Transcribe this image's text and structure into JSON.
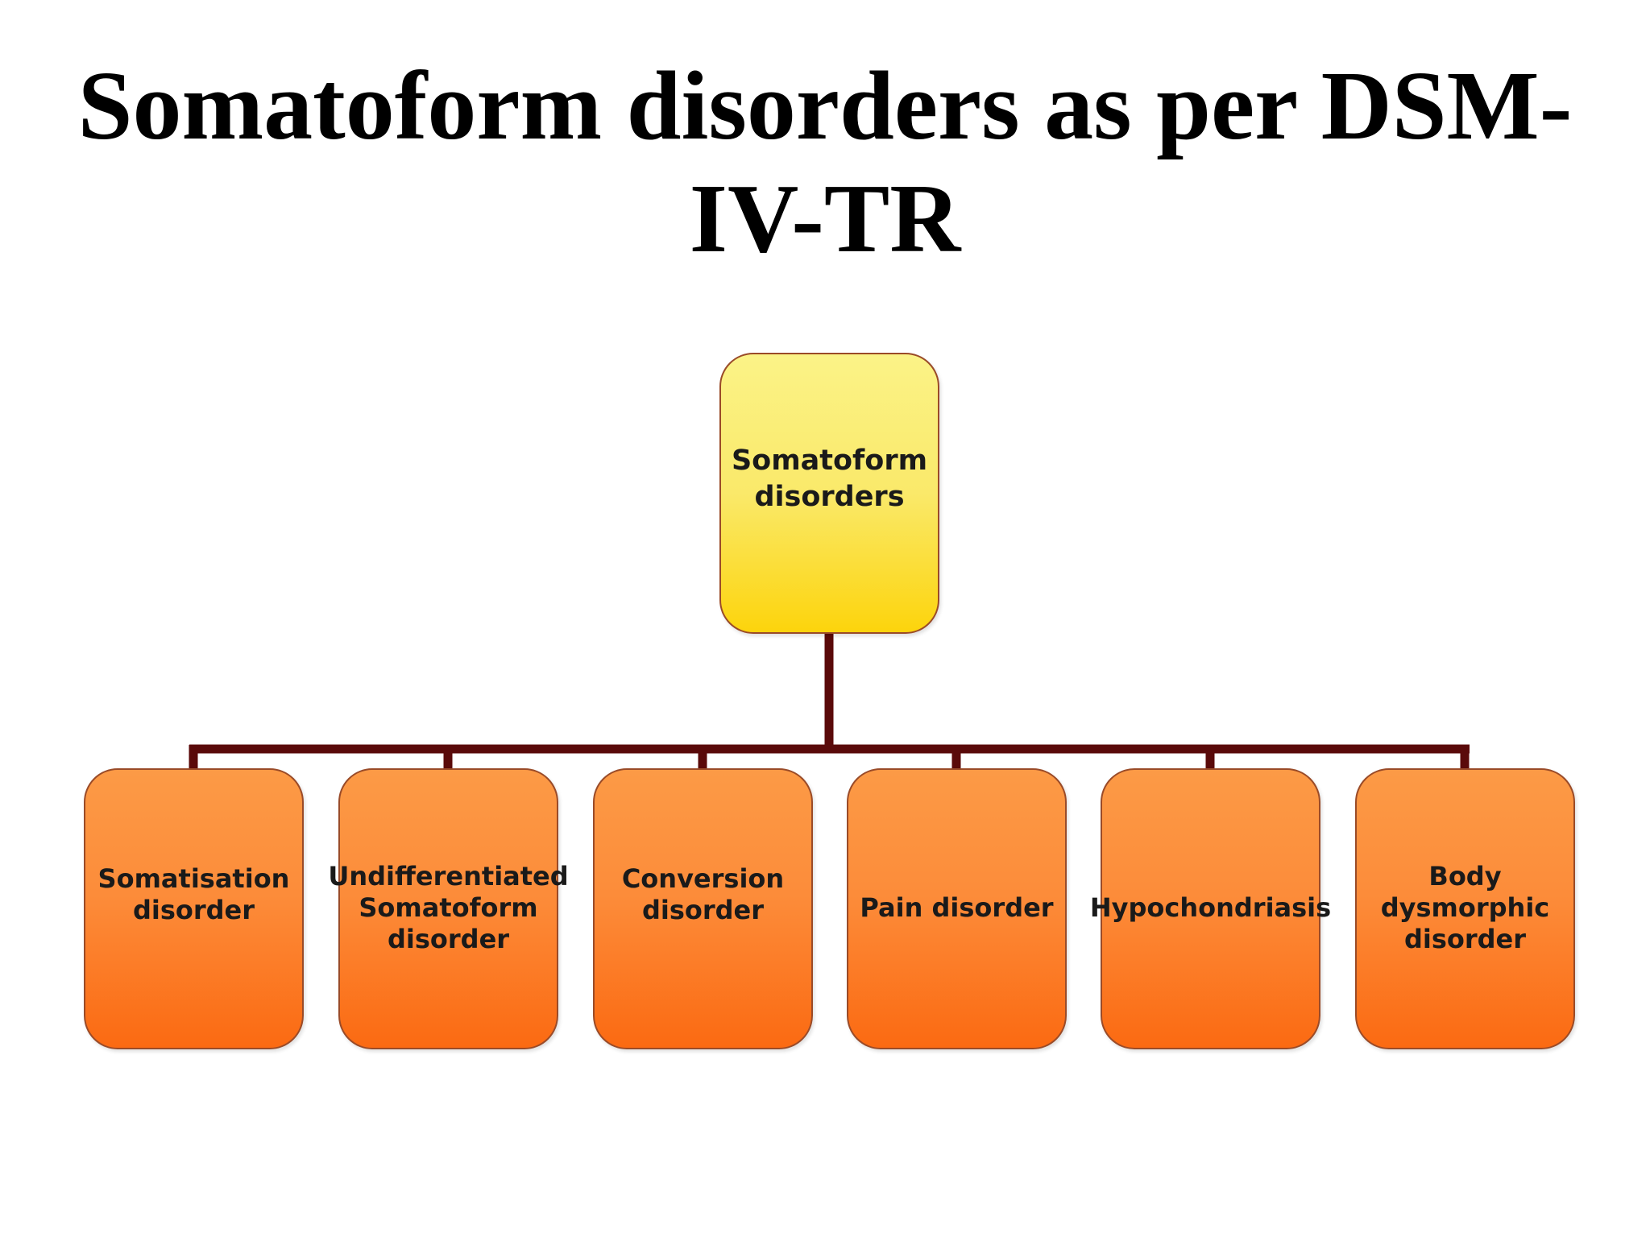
{
  "slide": {
    "title_line_1": "Somatoform disorders as per DSM-",
    "title_line_2": "IV-TR"
  },
  "diagram": {
    "root": {
      "label": "Somatoform\ndisorders",
      "color_top": "#fbf387",
      "color_bottom": "#fcd40c"
    },
    "children": [
      {
        "label": "Somatisation\ndisorder"
      },
      {
        "label": "Undifferentiated\nSomatoform\ndisorder"
      },
      {
        "label": "Conversion\ndisorder"
      },
      {
        "label": "Pain disorder"
      },
      {
        "label": "Hypochondriasis"
      },
      {
        "label": "Body\ndysmorphic\ndisorder"
      }
    ],
    "child_color_top": "#fc9a46",
    "child_color_bottom": "#fb6a12",
    "connector_color": "#5a0a0a",
    "border_color": "#9a4b28"
  }
}
